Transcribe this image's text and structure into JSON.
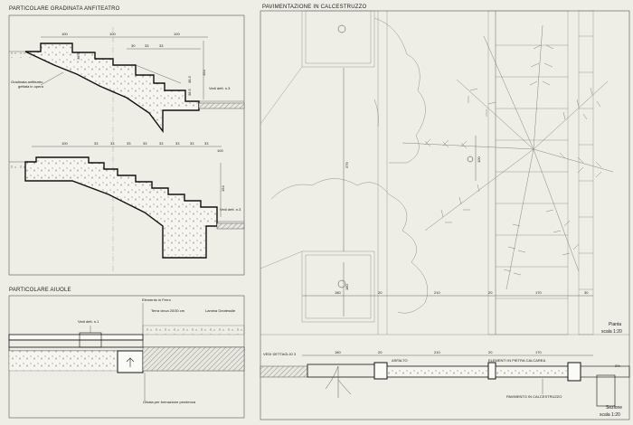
{
  "panels": {
    "amphitheatre": {
      "title": "PARTICOLARE GRADINATA ANFITEATRO",
      "dims_top": [
        "100",
        "100",
        "30",
        "33",
        "33",
        "100"
      ],
      "dims_vertical_top": [
        "38.3",
        "38.3",
        "38.5",
        "154"
      ],
      "note_left": [
        "Gradinata anfiteatro",
        "gettata in opera"
      ],
      "ref_top": "Vedi dett. n.3",
      "dims_bottom": [
        "100",
        "33",
        "33",
        "33",
        "33",
        "33",
        "33",
        "33",
        "33",
        "100"
      ],
      "dim_vertical_bottom": "154",
      "ref_bottom": "Vedi dett. n.3"
    },
    "flowerbeds": {
      "title": "PARTICOLARE AIUOLE",
      "ref": "Vedi dett. n.1",
      "labels": [
        "Elemento in Ferro",
        "Terra vinca 20/30 cm",
        "Lamina Geotessile"
      ],
      "bottom_label": "Ghiaia per formazione pendenza"
    },
    "paving": {
      "title": "PAVIMENTAZIONE IN CALCESTRUZZO",
      "plan_dims": [
        "180",
        "20",
        "210",
        "20",
        "170",
        "30"
      ],
      "dim_vertical_long": "379",
      "dim_vertical_short": "180",
      "dim_tree": "100",
      "scale_plan": [
        "Pianta",
        "scala 1:20"
      ],
      "section_ref": "VEDI DETTAGLIO 3",
      "section_dims": [
        "180",
        "20",
        "210",
        "20",
        "170"
      ],
      "label_asphalt": "ASFALTO",
      "label_limestone": "ELEMENTI IN PIETRA CALCAREA",
      "label_concrete": "PAVIMENTO IN CALCESTRUZZO",
      "slope": "2%",
      "scale_section": [
        "Sezione",
        "scala 1:20"
      ]
    }
  }
}
